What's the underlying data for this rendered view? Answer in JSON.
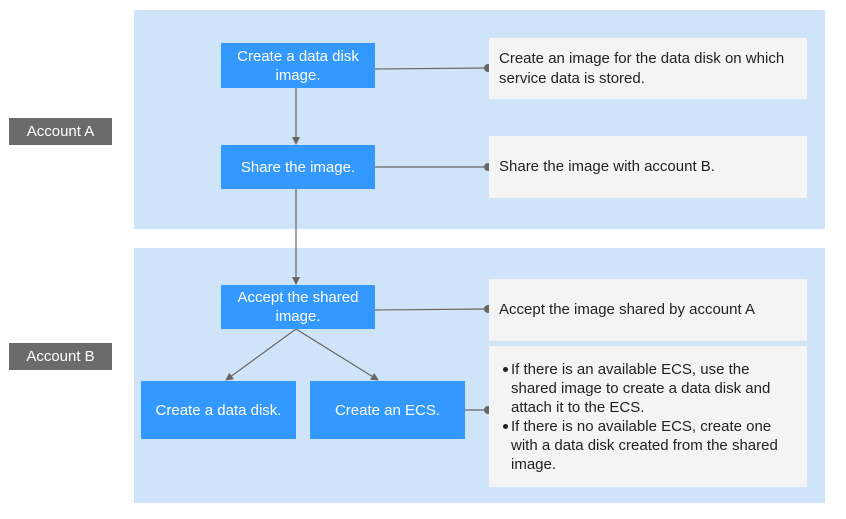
{
  "accounts": {
    "a": {
      "label": "Account A"
    },
    "b": {
      "label": "Account B"
    }
  },
  "steps": {
    "create_image": "Create a data disk image.",
    "share_image": "Share the image.",
    "accept_image": "Accept the shared image.",
    "create_disk": "Create a data disk.",
    "create_ecs": "Create an ECS."
  },
  "notes": {
    "create_image": "Create an image for the data disk on which service data is stored.",
    "share_image": "Share the image with account B.",
    "accept_image": "Accept the image shared by account A",
    "create_ecs": [
      "If there is an available ECS, use the shared image to create a data disk and attach it to the ECS.",
      "If there is no available ECS, create one with a data disk created from the shared image."
    ]
  },
  "colors": {
    "region": "#cfe4f8",
    "step": "#3399ff",
    "tag": "#6b6b6b",
    "note": "#f4f4f4",
    "connector": "#666666"
  }
}
